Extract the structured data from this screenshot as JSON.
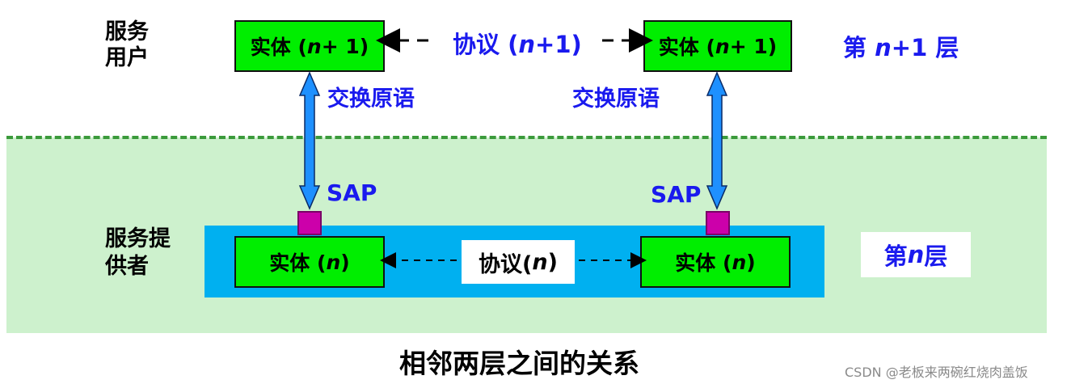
{
  "layers": {
    "upper": {
      "role_label_line1": "服务",
      "role_label_line2": "用户",
      "layer_label_prefix": "第 ",
      "layer_label_var": "n",
      "layer_label_suffix": "+1 层"
    },
    "lower": {
      "role_label_line1": "服务提",
      "role_label_line2": "供者",
      "layer_label_prefix": "第 ",
      "layer_label_var": "n",
      "layer_label_suffix": " 层"
    }
  },
  "entities": {
    "upper_left": {
      "prefix": "实体 (",
      "var": "n",
      "suffix": " + 1)"
    },
    "upper_right": {
      "prefix": "实体 (",
      "var": "n",
      "suffix": " + 1)"
    },
    "lower_left": {
      "prefix": "实体 (",
      "var": "n",
      "suffix": ")"
    },
    "lower_right": {
      "prefix": "实体 (",
      "var": "n",
      "suffix": ")"
    }
  },
  "protocols": {
    "upper": {
      "prefix": "协议 (",
      "var": "n",
      "suffix": "+1)"
    },
    "lower": {
      "prefix": "协议(",
      "var": "n",
      "suffix": ")"
    }
  },
  "primitives": {
    "left": "交换原语",
    "right": "交换原语"
  },
  "sap": {
    "left": "SAP",
    "right": "SAP"
  },
  "caption": "相邻两层之间的关系",
  "watermark": "CSDN @老板来两碗红烧肉盖饭",
  "colors": {
    "entity_fill": "#00ee00",
    "provider_band": "#00b0f0",
    "provider_region": "#cdf1cd",
    "divider": "#3b9a3b",
    "sap_box": "#cc00aa",
    "arrow_fill": "#1e90ff",
    "blue_text": "#1a1aee"
  }
}
